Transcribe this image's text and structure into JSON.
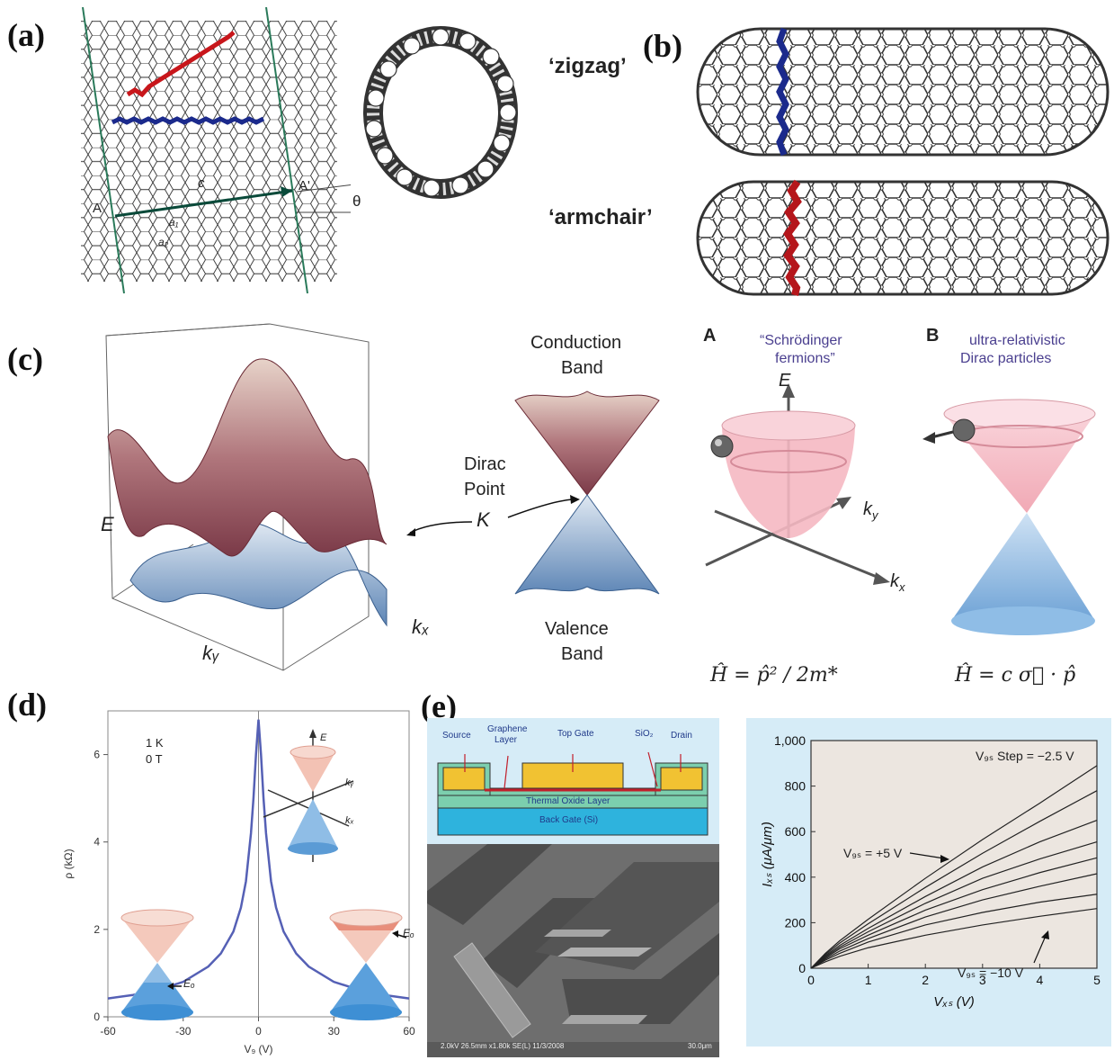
{
  "panels": {
    "a": {
      "label": "(a)",
      "vec_c": "c",
      "vec_a1": "a₁",
      "vec_a2": "a₂",
      "point_A": "A",
      "point_A_prime": "A'",
      "theta": "θ"
    },
    "b": {
      "label": "(b)",
      "zigzag": "‘zigzag’",
      "armchair": "‘armchair’"
    },
    "c": {
      "label": "(c)",
      "axis_E": "E",
      "axis_ky": "kᵧ",
      "axis_kx": "kₓ",
      "conduction_band": [
        "Conduction",
        "Band"
      ],
      "valence_band": [
        "Valence",
        "Band"
      ],
      "dirac_point": [
        "Dirac",
        "Point"
      ],
      "K": "K",
      "A_letter": "A",
      "A_title": [
        "“Schrödinger",
        "fermions”"
      ],
      "B_letter": "B",
      "B_title": [
        "ultra-relativistic",
        "Dirac particles"
      ],
      "A_E": "E",
      "A_ky": "k",
      "A_ky_sub": "y",
      "A_kx": "k",
      "A_kx_sub": "x",
      "eq_A": "Ĥ = p̂² / 2m*",
      "eq_B": "Ĥ = c σ⃗ · p̂"
    },
    "d": {
      "label": "(d)",
      "legend": [
        "1 K",
        "0 T"
      ],
      "ylabel": "ρ (kΩ)",
      "xlabel": "V₉ (V)",
      "inset_E": "E",
      "inset_ky": "kᵧ",
      "inset_kx": "kₓ",
      "ef_left": "Eₒ",
      "ef_right": "Eₒ"
    },
    "e": {
      "label": "(e)",
      "layers": {
        "source": "Source",
        "graphene": [
          "Graphene",
          "Layer"
        ],
        "top_gate": "Top Gate",
        "sio2": "SiO₂",
        "drain": "Drain",
        "thermal_oxide": "Thermal Oxide Layer",
        "back_gate": "Back Gate (Si)"
      },
      "sem_caption": "2.0kV 26.5mm x1.80k SE(L) 11/3/2008",
      "sem_scale": "30.0μm",
      "annotations": {
        "vgs_step": "V₉ₛ Step = −2.5 V",
        "vgs_plus5": "V₉ₛ = +5 V",
        "vgs_minus10": "V₉ₛ = −10 V"
      },
      "ylabel": "Iₓₛ (μA/μm)",
      "xlabel": "Vₓₛ (V)"
    }
  },
  "chart_data": [
    {
      "type": "line",
      "panel": "d",
      "xlabel": "V₉ (V)",
      "ylabel": "ρ (kΩ)",
      "xlim": [
        -60,
        60
      ],
      "ylim": [
        0,
        7
      ],
      "xticks": [
        "-60",
        "-30",
        "0",
        "30",
        "60"
      ],
      "yticks": [
        "0",
        "2",
        "4",
        "6"
      ],
      "series": [
        {
          "x": [
            -60,
            -50,
            -40,
            -30,
            -20,
            -15,
            -10,
            -7,
            -5,
            -3,
            -2,
            -1,
            0,
            1,
            2,
            3,
            5,
            7,
            10,
            15,
            20,
            30,
            40,
            50,
            60
          ],
          "values": [
            0.42,
            0.5,
            0.62,
            0.8,
            1.15,
            1.45,
            1.95,
            2.5,
            3.1,
            4.2,
            5.0,
            6.0,
            6.8,
            6.0,
            5.0,
            4.2,
            3.1,
            2.5,
            1.95,
            1.45,
            1.15,
            0.8,
            0.62,
            0.5,
            0.42
          ]
        }
      ]
    },
    {
      "type": "line",
      "panel": "e",
      "xlabel": "Vₓₛ (V)",
      "ylabel": "Iₓₛ (μA/μm)",
      "xlim": [
        0,
        5
      ],
      "ylim": [
        0,
        1000
      ],
      "xticks": [
        "0",
        "1",
        "2",
        "3",
        "4",
        "5"
      ],
      "yticks": [
        "0",
        "200",
        "400",
        "600",
        "800",
        "1,000"
      ],
      "x": [
        0,
        0.25,
        0.5,
        1,
        2,
        3,
        4,
        5
      ],
      "series": [
        {
          "values": [
            0,
            65,
            120,
            215,
            395,
            565,
            725,
            890
          ]
        },
        {
          "values": [
            0,
            60,
            110,
            195,
            355,
            505,
            645,
            780
          ]
        },
        {
          "values": [
            0,
            55,
            100,
            175,
            315,
            445,
            555,
            650
          ]
        },
        {
          "values": [
            0,
            50,
            92,
            160,
            285,
            395,
            480,
            555
          ]
        },
        {
          "values": [
            0,
            45,
            85,
            145,
            255,
            345,
            420,
            485
          ]
        },
        {
          "values": [
            0,
            40,
            75,
            130,
            225,
            300,
            360,
            415
          ]
        },
        {
          "values": [
            0,
            35,
            65,
            115,
            190,
            245,
            290,
            325
          ]
        },
        {
          "values": [
            0,
            28,
            52,
            90,
            145,
            190,
            228,
            262
          ]
        }
      ]
    }
  ]
}
